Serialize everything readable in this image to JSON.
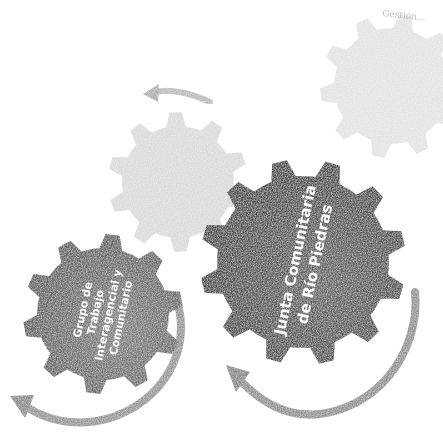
{
  "diagram": {
    "large_gear": {
      "label_lines": [
        "Junta Comunitaria",
        "de Río Piedras"
      ]
    },
    "small_gear": {
      "label_lines": [
        "Grupo de",
        "Trabajo",
        "Interagencial y",
        "Comunitario"
      ]
    },
    "corner_mark": "Gestión..."
  },
  "colors": {
    "large_gear": "#4e4e4e",
    "small_gear": "#676767",
    "faded_gear": "#d2d2d2",
    "arrow": "#8f8f8f",
    "label": "#ffffff"
  }
}
